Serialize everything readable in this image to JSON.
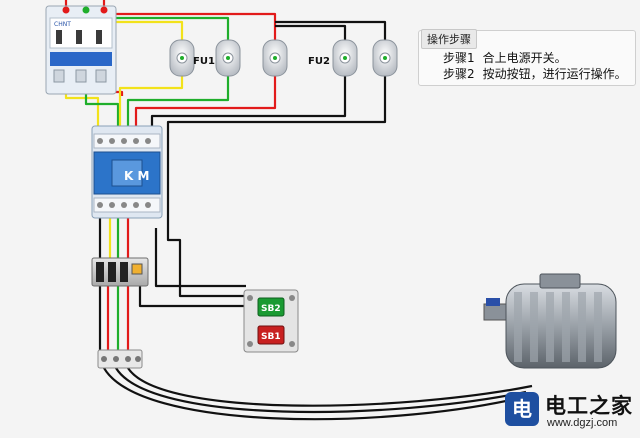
{
  "labels": {
    "fuse1": "FU1",
    "fuse2": "FU2",
    "contactor": "K M",
    "button_green": "SB2",
    "button_red": "SB1",
    "breaker_brand": "CHNT"
  },
  "panel": {
    "title": "操作步骤",
    "steps": [
      {
        "label": "步骤1",
        "text": "合上电源开关。"
      },
      {
        "label": "步骤2",
        "text": "按动按钮，进行运行操作。"
      }
    ]
  },
  "watermark": {
    "logo_char": "电",
    "title": "电工之家",
    "url": "www.dgzj.com"
  },
  "colors": {
    "wire_red": "#e21a1a",
    "wire_green": "#1fae2b",
    "wire_yellow": "#f2e21a",
    "wire_black": "#111111",
    "contactor_blue": "#2c74c9",
    "button_green": "#1a9a32",
    "button_red": "#c82020"
  }
}
